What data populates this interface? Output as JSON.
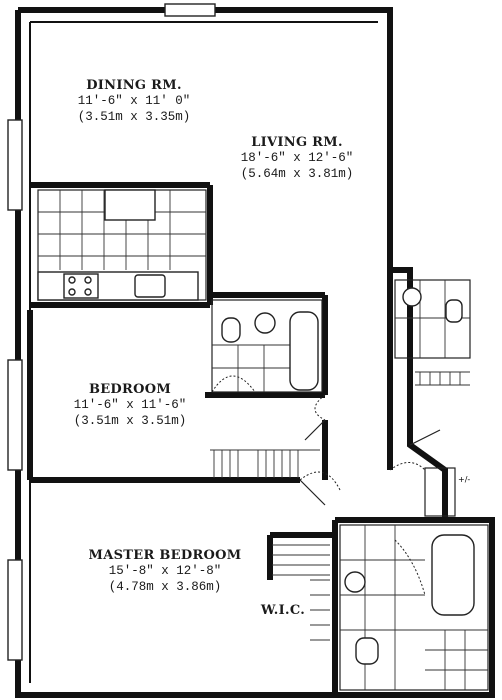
{
  "rooms": {
    "dining": {
      "name": "DINING RM.",
      "dim_imperial": "11'-6\" x 11' 0\"",
      "dim_metric": "(3.51m x 3.35m)"
    },
    "living": {
      "name": "LIVING RM.",
      "dim_imperial": "18'-6\" x 12'-6\"",
      "dim_metric": "(5.64m x 3.81m)"
    },
    "bedroom": {
      "name": "BEDROOM",
      "dim_imperial": "11'-6\" x 11'-6\"",
      "dim_metric": "(3.51m x 3.51m)"
    },
    "master": {
      "name": "MASTER BEDROOM",
      "dim_imperial": "15'-8\" x 12'-8\"",
      "dim_metric": "(4.78m x 3.86m)"
    },
    "wic": {
      "name": "W.I.C."
    }
  }
}
